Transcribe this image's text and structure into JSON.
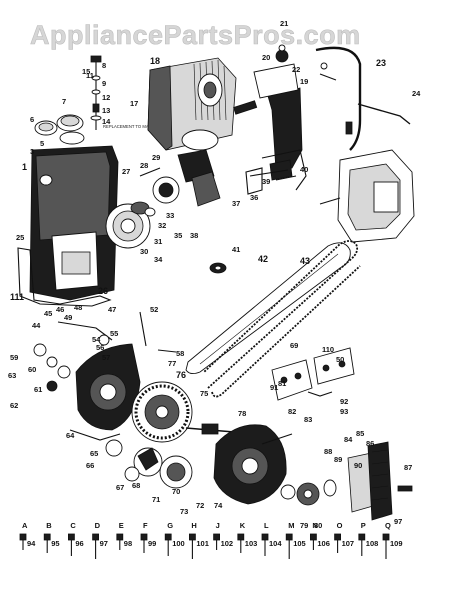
{
  "watermark": "AppliancePartsPros.com",
  "diagram_note": "REPLACEMENT TO MATCH",
  "callouts": [
    {
      "id": "c1",
      "text": "1"
    },
    {
      "id": "c3",
      "text": "3"
    },
    {
      "id": "c5",
      "text": "5"
    },
    {
      "id": "c6",
      "text": "6"
    },
    {
      "id": "c7",
      "text": "7"
    },
    {
      "id": "c8",
      "text": "8"
    },
    {
      "id": "c9",
      "text": "9"
    },
    {
      "id": "c11",
      "text": "11"
    },
    {
      "id": "c12",
      "text": "12"
    },
    {
      "id": "c13",
      "text": "13"
    },
    {
      "id": "c14",
      "text": "14"
    },
    {
      "id": "c15",
      "text": "15"
    },
    {
      "id": "c17",
      "text": "17"
    },
    {
      "id": "c18",
      "text": "18"
    },
    {
      "id": "c19",
      "text": "19"
    },
    {
      "id": "c20",
      "text": "20"
    },
    {
      "id": "c21",
      "text": "21"
    },
    {
      "id": "c22",
      "text": "22"
    },
    {
      "id": "c23",
      "text": "23"
    },
    {
      "id": "c24",
      "text": "24"
    },
    {
      "id": "c25",
      "text": "25"
    },
    {
      "id": "c26",
      "text": "26"
    },
    {
      "id": "c27",
      "text": "27"
    },
    {
      "id": "c28",
      "text": "28"
    },
    {
      "id": "c29",
      "text": "29"
    },
    {
      "id": "c30",
      "text": "30"
    },
    {
      "id": "c31",
      "text": "31"
    },
    {
      "id": "c32",
      "text": "32"
    },
    {
      "id": "c33",
      "text": "33"
    },
    {
      "id": "c34",
      "text": "34"
    },
    {
      "id": "c35",
      "text": "35"
    },
    {
      "id": "c36",
      "text": "36"
    },
    {
      "id": "c37",
      "text": "37"
    },
    {
      "id": "c38",
      "text": "38"
    },
    {
      "id": "c39",
      "text": "39"
    },
    {
      "id": "c40",
      "text": "40"
    },
    {
      "id": "c41",
      "text": "41"
    },
    {
      "id": "c42",
      "text": "42"
    },
    {
      "id": "c43",
      "text": "43"
    },
    {
      "id": "c44",
      "text": "44"
    },
    {
      "id": "c45",
      "text": "45"
    },
    {
      "id": "c46",
      "text": "46"
    },
    {
      "id": "c47",
      "text": "47"
    },
    {
      "id": "c48",
      "text": "48"
    },
    {
      "id": "c49",
      "text": "49"
    },
    {
      "id": "c50",
      "text": "50"
    },
    {
      "id": "c52",
      "text": "52"
    },
    {
      "id": "c54",
      "text": "54"
    },
    {
      "id": "c55",
      "text": "55"
    },
    {
      "id": "c56",
      "text": "56"
    },
    {
      "id": "c57",
      "text": "57"
    },
    {
      "id": "c58",
      "text": "58"
    },
    {
      "id": "c59",
      "text": "59"
    },
    {
      "id": "c60",
      "text": "60"
    },
    {
      "id": "c61",
      "text": "61"
    },
    {
      "id": "c62",
      "text": "62"
    },
    {
      "id": "c63",
      "text": "63"
    },
    {
      "id": "c64",
      "text": "64"
    },
    {
      "id": "c65",
      "text": "65"
    },
    {
      "id": "c66",
      "text": "66"
    },
    {
      "id": "c67",
      "text": "67"
    },
    {
      "id": "c68",
      "text": "68"
    },
    {
      "id": "c69",
      "text": "69"
    },
    {
      "id": "c70",
      "text": "70"
    },
    {
      "id": "c71",
      "text": "71"
    },
    {
      "id": "c72",
      "text": "72"
    },
    {
      "id": "c73",
      "text": "73"
    },
    {
      "id": "c74",
      "text": "74"
    },
    {
      "id": "c75",
      "text": "75"
    },
    {
      "id": "c76",
      "text": "76"
    },
    {
      "id": "c77",
      "text": "77"
    },
    {
      "id": "c78",
      "text": "78"
    },
    {
      "id": "c79",
      "text": "79"
    },
    {
      "id": "c80",
      "text": "80"
    },
    {
      "id": "c81",
      "text": "81"
    },
    {
      "id": "c82",
      "text": "82"
    },
    {
      "id": "c83",
      "text": "83"
    },
    {
      "id": "c84",
      "text": "84"
    },
    {
      "id": "c85",
      "text": "85"
    },
    {
      "id": "c86",
      "text": "86"
    },
    {
      "id": "c87",
      "text": "87"
    },
    {
      "id": "c88",
      "text": "88"
    },
    {
      "id": "c89",
      "text": "89"
    },
    {
      "id": "c90",
      "text": "90"
    },
    {
      "id": "c91",
      "text": "91"
    },
    {
      "id": "c92",
      "text": "92"
    },
    {
      "id": "c93",
      "text": "93"
    },
    {
      "id": "c97",
      "text": "97"
    },
    {
      "id": "c110",
      "text": "110"
    },
    {
      "id": "c111",
      "text": "111"
    }
  ],
  "hardware_row": [
    {
      "letter": "A",
      "num": "94"
    },
    {
      "letter": "B",
      "num": "95"
    },
    {
      "letter": "C",
      "num": "96"
    },
    {
      "letter": "D",
      "num": "97"
    },
    {
      "letter": "E",
      "num": "98"
    },
    {
      "letter": "F",
      "num": "99"
    },
    {
      "letter": "G",
      "num": "100"
    },
    {
      "letter": "H",
      "num": "101"
    },
    {
      "letter": "J",
      "num": "102"
    },
    {
      "letter": "K",
      "num": "103"
    },
    {
      "letter": "L",
      "num": "104"
    },
    {
      "letter": "M",
      "num": "105"
    },
    {
      "letter": "N",
      "num": "106"
    },
    {
      "letter": "O",
      "num": "107"
    },
    {
      "letter": "P",
      "num": "108"
    },
    {
      "letter": "Q",
      "num": "109"
    }
  ]
}
